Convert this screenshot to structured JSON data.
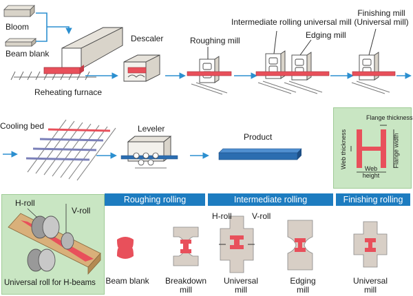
{
  "colors": {
    "band_blue": "#1d7cc0",
    "flow_arrow": "#2b8fd0",
    "hot_metal": "#e8505b",
    "green_panel": "#c9e6c3",
    "outline": "#444444"
  },
  "inputs": {
    "bloom": "Bloom",
    "beam_blank": "Beam blank"
  },
  "process": {
    "reheating_furnace": "Reheating furnace",
    "descaler": "Descaler",
    "roughing_mill": "Roughing mill",
    "intermediate_mill": "Intermediate rolling universal mill",
    "edging_mill": "Edging mill",
    "finishing_mill_line1": "Finishing mill",
    "finishing_mill_line2": "(Universal mill)",
    "cooling_bed": "Cooling bed",
    "leveler": "Leveler",
    "product": "Product"
  },
  "dimensions": {
    "flange_thickness": "Flange thickness",
    "web_thickness": "Web thickness",
    "flange_width": "Flange width",
    "web_height_line1": "Web",
    "web_height_line2": "height"
  },
  "universal_roll": {
    "h_roll": "H-roll",
    "v_roll": "V-roll",
    "caption": "Universal roll for H-beams"
  },
  "stages": {
    "roughing": "Roughing rolling",
    "intermediate": "Intermediate rolling",
    "finishing": "Finishing rolling"
  },
  "sections": {
    "beam_blank": "Beam blank",
    "breakdown_line1": "Breakdown",
    "breakdown_line2": "mill",
    "universal_line1": "Universal",
    "universal_line2": "mill",
    "h_roll": "H-roll",
    "v_roll": "V-roll",
    "edging_line1": "Edging",
    "edging_line2": "mill",
    "finishing_universal_line1": "Universal",
    "finishing_universal_line2": "mill"
  }
}
